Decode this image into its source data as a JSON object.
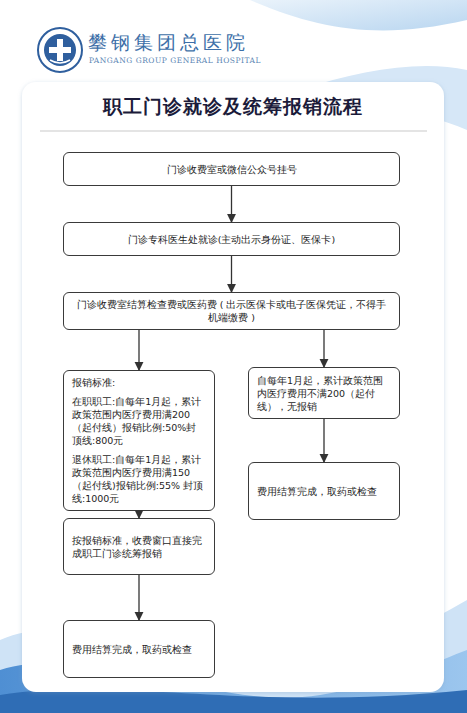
{
  "diagram": {
    "title": "职工门诊就诊及统筹报销流程",
    "nodes": [
      {
        "text": [
          "门诊收费室或微信公众号挂号"
        ]
      },
      {
        "text": [
          "门诊专科医生处就诊(主动出示身份证、医保卡)"
        ]
      },
      {
        "text": [
          "门诊收费室结算检查费或医药费 ( 出示医保卡或电子医保凭证，不得手机端缴费 )"
        ]
      },
      {
        "text": [
          "报销标准:",
          "在职职工:自每年1月起，累计政策范围内医疗费用满200（起付线）报销比例:50%封顶线:800元",
          "退休职工:自每年1月起，累计政策范围内医疗费用满150（起付线)报销比例:55% 封顶线:1000元"
        ]
      },
      {
        "text": [
          "自每年1月起，累计政策范围内医疗费用不满200（起付线），无报销"
        ]
      },
      {
        "text": [
          "按报销标准，收费窗口直接完成职工门诊统筹报销"
        ]
      },
      {
        "text": [
          "费用结算完成，取药或检查"
        ]
      },
      {
        "text": [
          "费用结算完成，取药或检查"
        ]
      }
    ],
    "edges": [
      {
        "from": 0,
        "to": 1,
        "arrow": "to"
      },
      {
        "from": 1,
        "to": 2,
        "arrow": "to"
      },
      {
        "from": 2,
        "to": 3,
        "arrow": "to"
      },
      {
        "from": 2,
        "to": 4,
        "arrow": "to"
      },
      {
        "from": 3,
        "to": 5,
        "arrow": "to"
      },
      {
        "from": 4,
        "to": 6,
        "arrow": "to"
      },
      {
        "from": 5,
        "to": 7,
        "arrow": "to"
      }
    ],
    "labels": [
      "攀钢集团总医院",
      "PANGANG GROUP GENERAL HOSPITAL"
    ]
  }
}
